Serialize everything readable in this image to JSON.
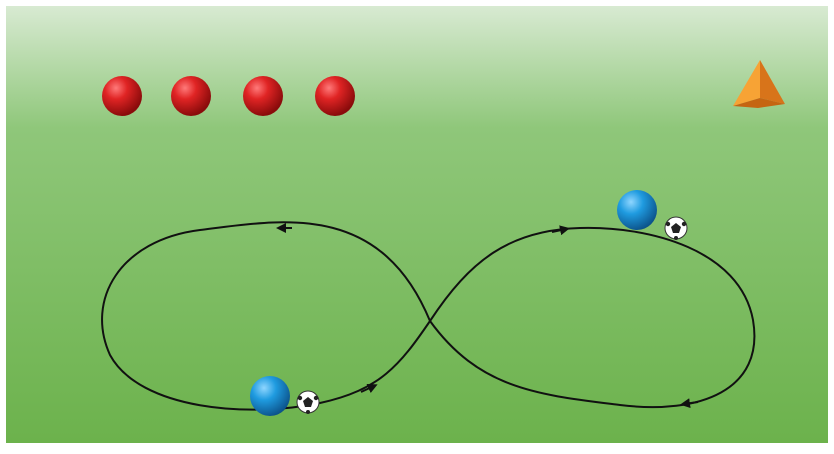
{
  "diagram": {
    "colors": {
      "field_top": "#d8ead2",
      "field_mid": "#8fc77a",
      "field_bottom": "#6cb24c",
      "cone": "#ef8f1f",
      "cone_shade": "#d8741a",
      "red_ball": "#d21818",
      "player": "#1f88c9",
      "path": "#111111",
      "soccer_ball": "#ffffff"
    },
    "cones": {
      "count": 4,
      "label": "",
      "color_name": "red"
    },
    "marker": {
      "icon": "pyramid-marker-icon"
    },
    "players": [
      {
        "id": "player-left",
        "has_ball": true
      },
      {
        "id": "player-right",
        "has_ball": true
      }
    ],
    "path": {
      "shape": "figure-eight",
      "arrows": 4
    }
  }
}
